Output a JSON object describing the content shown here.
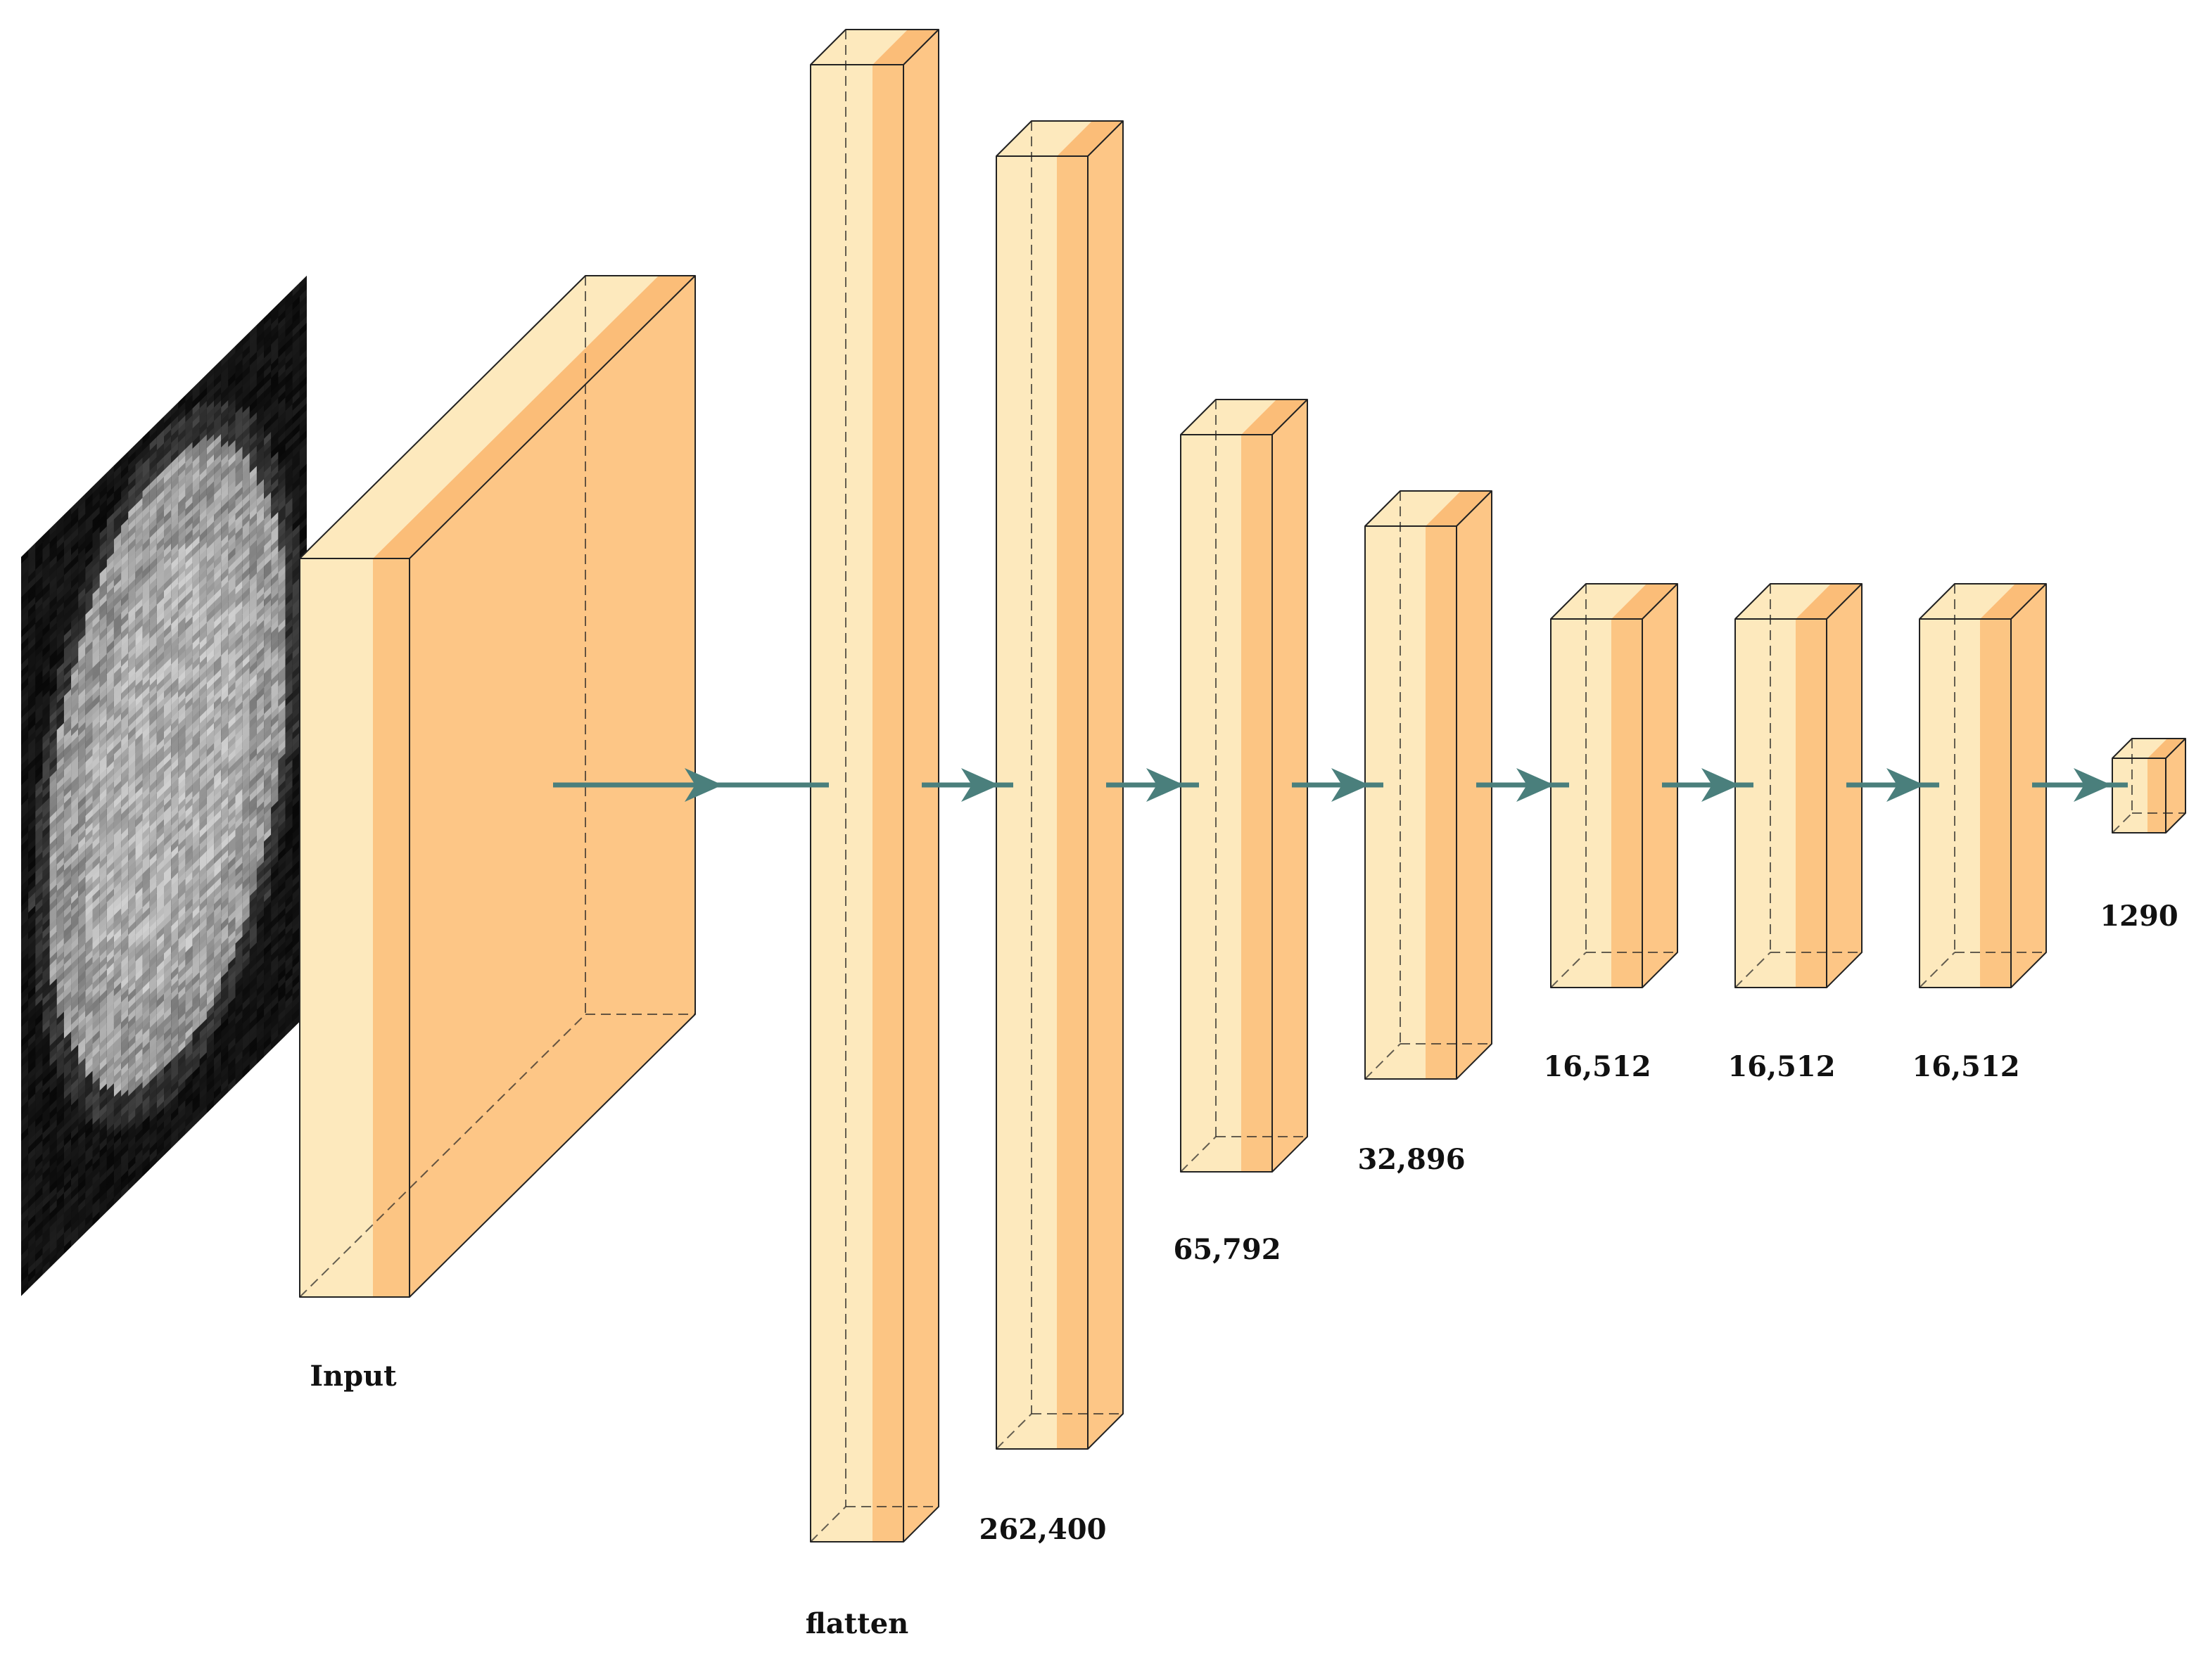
{
  "colors": {
    "front": "#fde9bd",
    "band": "#fcc583",
    "side": "#fdc686",
    "top_light": "#fde9bd",
    "top_band": "#fbbd78",
    "edge": "#222222",
    "arrow": "#4a7f7c"
  },
  "labels": {
    "input": "Input",
    "flatten": "flatten",
    "d1": "262,400",
    "d2": "65,792",
    "d3": "32,896",
    "d4": "16,512",
    "d5": "16,512",
    "d6": "16,512",
    "out": "1290"
  }
}
